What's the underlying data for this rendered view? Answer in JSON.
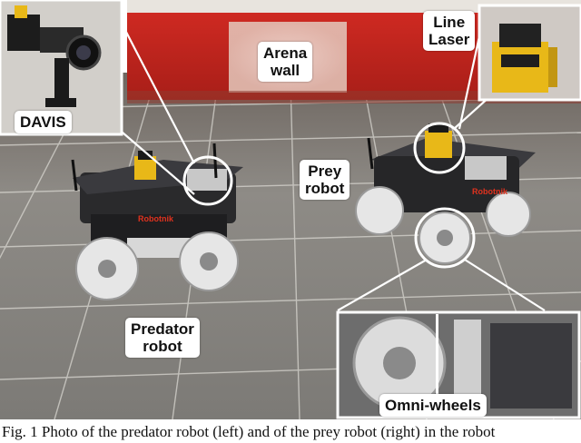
{
  "labels": {
    "davis": "DAVIS",
    "arena_wall": "Arena\nwall",
    "line_laser": "Line\nLaser",
    "prey_robot": "Prey\nrobot",
    "predator_robot": "Predator\nrobot",
    "omni_wheels": "Omni-wheels"
  },
  "robot_logo": "Robotnik",
  "caption": "Fig. 1 Photo of the predator robot (left) and of the prey robot (right) in the robot",
  "colors": {
    "wall_red": "#c4261f",
    "floor_tile": "#8a8884",
    "grout": "#d8d6d0",
    "laser_yellow": "#e8b818",
    "robot_body": "#2a2a2c"
  }
}
